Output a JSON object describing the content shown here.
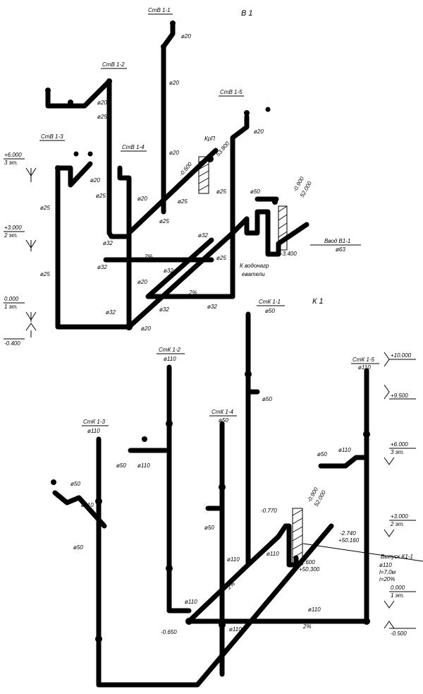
{
  "b1": {
    "title": "В 1",
    "risers": {
      "r1": "СтВ 1-1",
      "r2": "СтВ 1-2",
      "r3": "СтВ 1-3",
      "r4": "СтВ 1-4",
      "r5": "СтВ 1-5"
    },
    "diam": {
      "d20": "ø20",
      "d25": "ø25",
      "d32": "ø32",
      "d50": "ø50"
    },
    "kran": "КрП",
    "elev": {
      "e6000": "+6.000",
      "e3000": "+3.000",
      "e0000": "0.000",
      "em0400": "-0.400",
      "em0900": "-0.900",
      "em3400": "-3.400",
      "em0600": "-0.600"
    },
    "floor3": "3 эт.",
    "floor2": "2 эт.",
    "floor1": "1 эт.",
    "elev_52": "52.000",
    "elev_53": "53.800",
    "slope": "2%",
    "heater1": "К водонагр",
    "heater2": "еватели",
    "inlet": "Ввод В1-1",
    "inlet_d": "ø63"
  },
  "k1": {
    "title": "К 1",
    "risers": {
      "r1": "СтК 1-1",
      "r2": "СтК 1-2",
      "r3": "СтК 1-3",
      "r4": "СтК 1-4",
      "r5": "СтК 1-5"
    },
    "diam": {
      "d50": "ø50",
      "d110": "ø110"
    },
    "elev": {
      "e10000": "+10.000",
      "e9500": "+9.500",
      "e6000": "+6.000",
      "e3000": "+3.000",
      "e0000": "0.000",
      "em0500": "-0.500",
      "em0650": "-0.650",
      "em0770": "-0.770",
      "em0900": "-0.900",
      "em2600": "-2.600",
      "em2740": "-2.740",
      "e50300": "+50.300",
      "e50160": "+50.160",
      "e52000": "52.000"
    },
    "floor3": "3 эт.",
    "floor2": "2 эт.",
    "floor1": "1 эт.",
    "slope": "2%",
    "outlet": {
      "name": "Выпуск К1-1",
      "d": "ø110",
      "len": "l=7,0м",
      "slope": "i=20%"
    }
  }
}
